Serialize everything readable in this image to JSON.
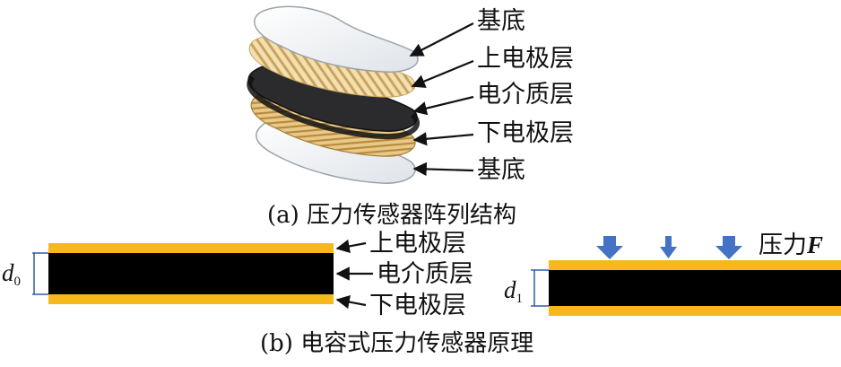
{
  "figure_a": {
    "labels": [
      "基底",
      "上电极层",
      "电介质层",
      "下电极层",
      "基底"
    ],
    "caption": "(a) 压力传感器阵列结构"
  },
  "figure_b": {
    "left_labels": [
      "上电极层",
      "电介质层",
      "下电极层"
    ],
    "left_dim": {
      "symbol": "d",
      "subscript": "0"
    },
    "right_force": {
      "text": "压力",
      "symbol": "F"
    },
    "right_dim": {
      "symbol": "d",
      "subscript": "1"
    },
    "caption": "(b) 电容式压力传感器原理"
  },
  "colors": {
    "electrode": "#f7b81c",
    "dielectric": "#000000",
    "arrow_force": "#4472c4",
    "dimension": "#2e5aa8"
  }
}
